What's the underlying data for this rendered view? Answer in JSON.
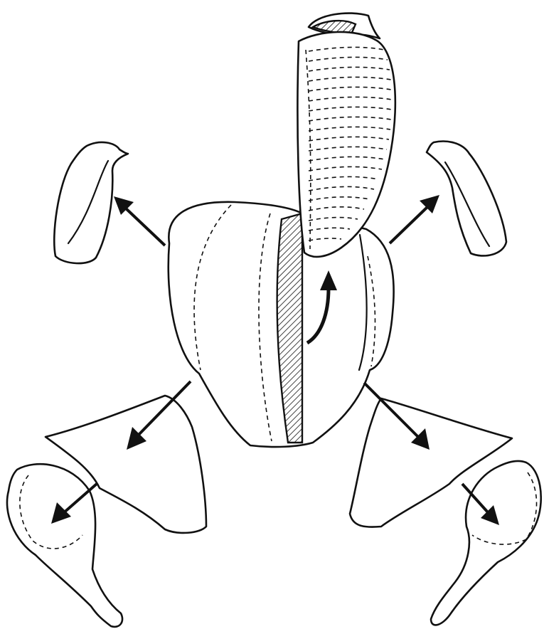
{
  "figure": {
    "labels": [],
    "parts": [
      "spine-back",
      "breast-core",
      "tenderloin-strip",
      "left-wing",
      "right-wing",
      "left-thigh",
      "right-thigh",
      "left-drumstick",
      "right-drumstick"
    ],
    "arrow_count": 7,
    "colors": {
      "stroke": "#111111",
      "fill": "#ffffff"
    }
  }
}
